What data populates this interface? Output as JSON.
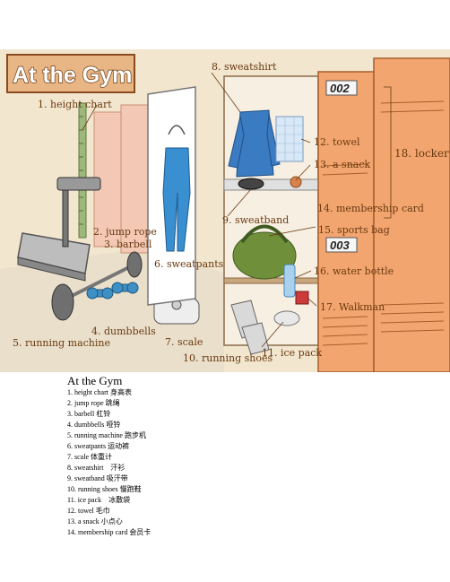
{
  "illustration": {
    "title": "At the Gym",
    "labels": [
      "1. height chart",
      "2. jump rope",
      "3. barbell",
      "4. dumbbells",
      "5. running machine",
      "6. sweatpants",
      "7. scale",
      "8. sweatshirt",
      "9. sweatband",
      "10. running shoes",
      "11. ice pack",
      "12. towel",
      "13. a snack",
      "14. membership card",
      "15. sports bag",
      "16. water bottle",
      "17. Walkman",
      "18. locker"
    ],
    "locker_numbers": [
      "002",
      "003"
    ],
    "colors": {
      "background": "#f2e6cf",
      "locker": "#f2a56e",
      "label_text": "#6a3a12",
      "title_bg": "#e8b585"
    }
  },
  "vocabulary": {
    "title": "At the Gym",
    "items": [
      "1. height chart 身高表",
      "2. jump rope 跳绳",
      "3. barbell 杠铃",
      "4. dumbbells 哑铃",
      "5. running machine 跑步机",
      "6. sweatpants 运动裤",
      "7. scale 体重计",
      "8. sweatshirt　汗衫",
      "9. sweatband 吸汗带",
      "10. running shoes 慢跑鞋",
      "11. ice pack　冰敷袋",
      "12. towel 毛巾",
      "13. a snack 小点心",
      "14. membership card 会员卡"
    ]
  }
}
